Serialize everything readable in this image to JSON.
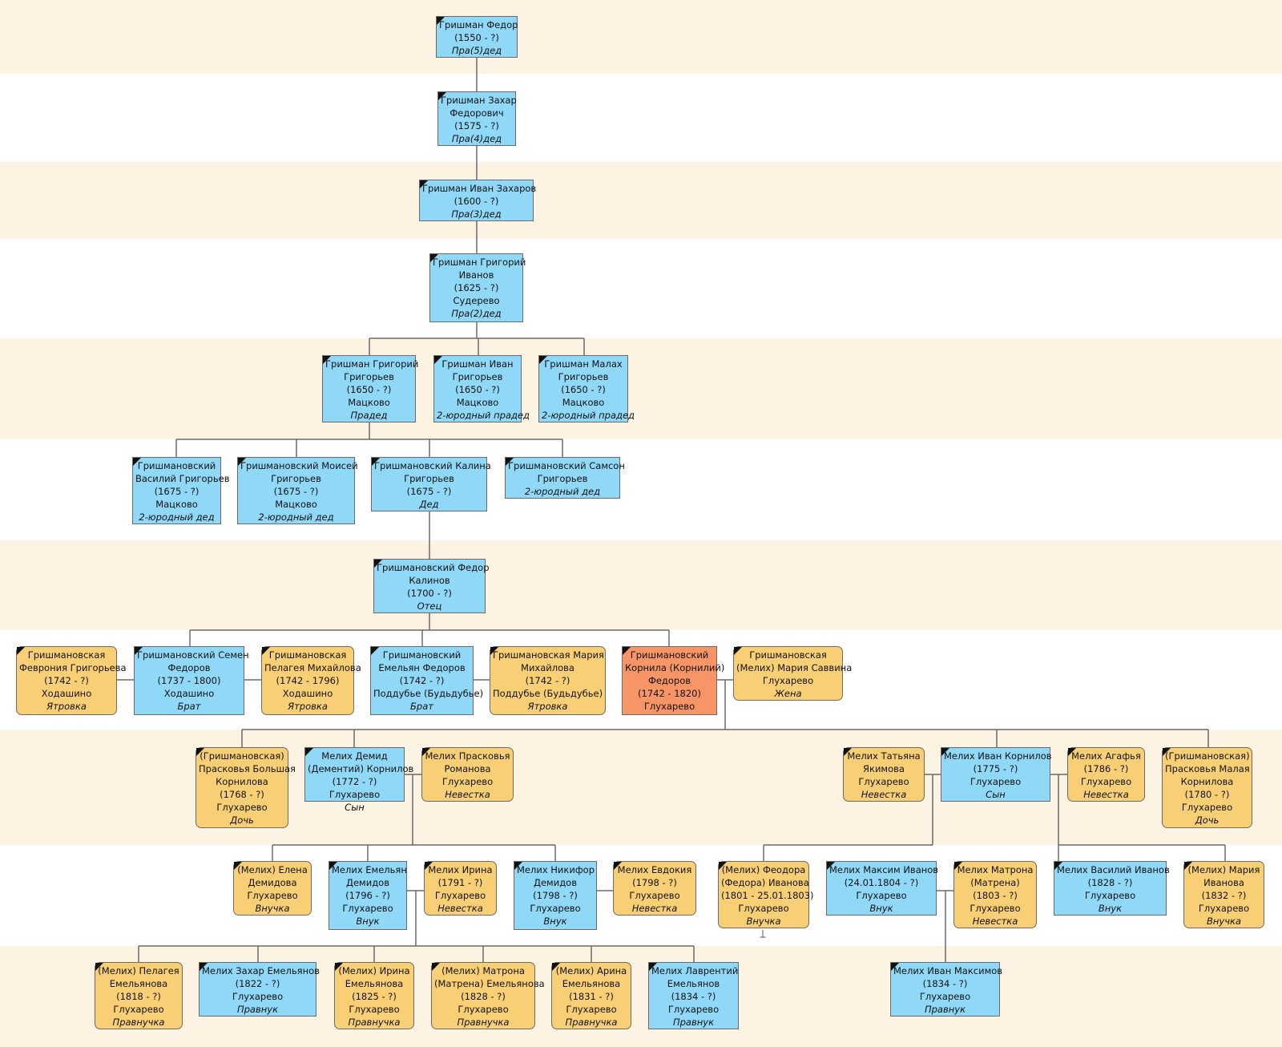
{
  "colors": {
    "band_shaded": "#fdf3e3",
    "band_plain": "#ffffff",
    "male_fill": "#8fd8f7",
    "female_fill": "#f8cf75",
    "root_fill": "#f79567",
    "line": "#6b6b6b"
  },
  "icons": {
    "deceased_marker": "black-corner-ribbon-icon",
    "cursor": "text-cursor-icon"
  },
  "people": [
    {
      "id": "p1",
      "sex": "m",
      "lines": [
        "Гришман Федор",
        "(1550 - ?)"
      ],
      "rel": "Пра(5)дед"
    },
    {
      "id": "p2",
      "sex": "m",
      "lines": [
        "Гришман Захар",
        "Федорович",
        "(1575 - ?)"
      ],
      "rel": "Пра(4)дед"
    },
    {
      "id": "p3",
      "sex": "m",
      "lines": [
        "Гришман Иван Захаров",
        "(1600 - ?)"
      ],
      "rel": "Пра(3)дед"
    },
    {
      "id": "p4",
      "sex": "m",
      "lines": [
        "Гришман Григорий",
        "Иванов",
        "(1625 - ?)",
        "Судерево"
      ],
      "rel": "Пра(2)дед"
    },
    {
      "id": "p5",
      "sex": "m",
      "lines": [
        "Гришман Григорий",
        "Григорьев",
        "(1650 - ?)",
        "Мацково"
      ],
      "rel": "Прадед"
    },
    {
      "id": "p6",
      "sex": "m",
      "lines": [
        "Гришман Иван",
        "Григорьев",
        "(1650 - ?)",
        "Мацково"
      ],
      "rel": "2-юродный прадед"
    },
    {
      "id": "p7",
      "sex": "m",
      "lines": [
        "Гришман Малах",
        "Григорьев",
        "(1650 - ?)",
        "Мацково"
      ],
      "rel": "2-юродный прадед"
    },
    {
      "id": "p8",
      "sex": "m",
      "lines": [
        "Гришмановский",
        "Василий Григорьев",
        "(1675 - ?)",
        "Мацково"
      ],
      "rel": "2-юродный дед"
    },
    {
      "id": "p9",
      "sex": "m",
      "lines": [
        "Гришмановский Моисей",
        "Григорьев",
        "(1675 - ?)",
        "Мацково"
      ],
      "rel": "2-юродный дед"
    },
    {
      "id": "p10",
      "sex": "m",
      "lines": [
        "Гришмановский Калина",
        "Григорьев",
        "(1675 - ?)"
      ],
      "rel": "Дед"
    },
    {
      "id": "p11",
      "sex": "m",
      "lines": [
        "Гришмановский Самсон",
        "Григорьев"
      ],
      "rel": "2-юродный дед"
    },
    {
      "id": "p12",
      "sex": "m",
      "lines": [
        "Гришмановский Федор",
        "Калинов",
        "(1700 - ?)"
      ],
      "rel": "Отец"
    },
    {
      "id": "p13",
      "sex": "f",
      "lines": [
        "Гришмановская",
        "Феврония Григорьева",
        "(1742 - ?)",
        "Ходашино"
      ],
      "rel": "Ятровка"
    },
    {
      "id": "p14",
      "sex": "m",
      "lines": [
        "Гришмановский Семен",
        "Федоров",
        "(1737 - 1800)",
        "Ходашино"
      ],
      "rel": "Брат"
    },
    {
      "id": "p15",
      "sex": "f",
      "lines": [
        "Гришмановская",
        "Пелагея Михайлова",
        "(1742 - 1796)",
        "Ходашино"
      ],
      "rel": "Ятровка"
    },
    {
      "id": "p16",
      "sex": "m",
      "lines": [
        "Гришмановский",
        "Емельян Федоров",
        "(1742 - ?)",
        "Поддубье (Будьдубье)"
      ],
      "rel": "Брат"
    },
    {
      "id": "p17",
      "sex": "f",
      "lines": [
        "Гришмановская Мария",
        "Михайлова",
        "(1742 - ?)",
        "Поддубье (Будьдубье)"
      ],
      "rel": "Ятровка"
    },
    {
      "id": "p18",
      "sex": "m",
      "root": true,
      "lines": [
        "Гришмановский",
        "Корнила (Корнилий)",
        "Федоров",
        "(1742 - 1820)",
        "Глухарево"
      ],
      "rel": ""
    },
    {
      "id": "p19",
      "sex": "f",
      "lines": [
        "Гришмановская",
        "(Мелих) Мария Саввина",
        "Глухарево"
      ],
      "rel": "Жена"
    },
    {
      "id": "p20",
      "sex": "f",
      "lines": [
        "(Гришмановская)",
        "Прасковья Большая",
        "Корнилова",
        "(1768 - ?)",
        "Глухарево"
      ],
      "rel": "Дочь"
    },
    {
      "id": "p21",
      "sex": "m",
      "lines": [
        "Мелих Демид",
        "(Дементий) Корнилов",
        "(1772 - ?)",
        "Глухарево"
      ],
      "rel": "Сын"
    },
    {
      "id": "p22",
      "sex": "f",
      "lines": [
        "Мелих Прасковья",
        "Романова",
        "Глухарево"
      ],
      "rel": "Невестка"
    },
    {
      "id": "p23",
      "sex": "f",
      "lines": [
        "Мелих Татьяна",
        "Якимова",
        "Глухарево"
      ],
      "rel": "Невестка"
    },
    {
      "id": "p24",
      "sex": "m",
      "lines": [
        "Мелих Иван Корнилов",
        "(1775 - ?)",
        "Глухарево"
      ],
      "rel": "Сын"
    },
    {
      "id": "p25",
      "sex": "f",
      "lines": [
        "Мелих Агафья",
        "(1786 - ?)",
        "Глухарево"
      ],
      "rel": "Невестка"
    },
    {
      "id": "p26",
      "sex": "f",
      "lines": [
        "(Гришмановская)",
        "Прасковья Малая",
        "Корнилова",
        "(1780 - ?)",
        "Глухарево"
      ],
      "rel": "Дочь"
    },
    {
      "id": "p27",
      "sex": "f",
      "lines": [
        "(Мелих) Елена",
        "Демидова",
        "Глухарево"
      ],
      "rel": "Внучка"
    },
    {
      "id": "p28",
      "sex": "m",
      "lines": [
        "Мелих Емельян",
        "Демидов",
        "(1796 - ?)",
        "Глухарево"
      ],
      "rel": "Внук"
    },
    {
      "id": "p29",
      "sex": "f",
      "lines": [
        "Мелих Ирина",
        "(1791 - ?)",
        "Глухарево"
      ],
      "rel": "Невестка"
    },
    {
      "id": "p30",
      "sex": "m",
      "lines": [
        "Мелих Никифор",
        "Демидов",
        "(1798 - ?)",
        "Глухарево"
      ],
      "rel": "Внук"
    },
    {
      "id": "p31",
      "sex": "f",
      "lines": [
        "Мелих Евдокия",
        "(1798 - ?)",
        "Глухарево"
      ],
      "rel": "Невестка"
    },
    {
      "id": "p32",
      "sex": "f",
      "lines": [
        "(Мелих) Феодора",
        "(Федора) Иванова",
        "(1801 - 25.01.1803)",
        "Глухарево"
      ],
      "rel": "Внучка"
    },
    {
      "id": "p33",
      "sex": "m",
      "lines": [
        "Мелих Максим Иванов",
        "(24.01.1804 - ?)",
        "Глухарево"
      ],
      "rel": "Внук"
    },
    {
      "id": "p34",
      "sex": "f",
      "lines": [
        "Мелих Матрона",
        "(Матрена)",
        "(1803 - ?)",
        "Глухарево"
      ],
      "rel": "Невестка"
    },
    {
      "id": "p35",
      "sex": "m",
      "lines": [
        "Мелих Василий Иванов",
        "(1828 - ?)",
        "Глухарево"
      ],
      "rel": "Внук"
    },
    {
      "id": "p36",
      "sex": "f",
      "lines": [
        "(Мелих) Мария",
        "Иванова",
        "(1832 - ?)",
        "Глухарево"
      ],
      "rel": "Внучка"
    },
    {
      "id": "p37",
      "sex": "f",
      "lines": [
        "(Мелих) Пелагея",
        "Емельянова",
        "(1818 - ?)",
        "Глухарево"
      ],
      "rel": "Правнучка"
    },
    {
      "id": "p38",
      "sex": "m",
      "lines": [
        "Мелих Захар Емельянов",
        "(1822 - ?)",
        "Глухарево"
      ],
      "rel": "Правнук"
    },
    {
      "id": "p39",
      "sex": "f",
      "lines": [
        "(Мелих) Ирина",
        "Емельянова",
        "(1825 - ?)",
        "Глухарево"
      ],
      "rel": "Правнучка"
    },
    {
      "id": "p40",
      "sex": "f",
      "lines": [
        "(Мелих) Матрона",
        "(Матрена) Емельянова",
        "(1828 - ?)",
        "Глухарево"
      ],
      "rel": "Правнучка"
    },
    {
      "id": "p41",
      "sex": "f",
      "lines": [
        "(Мелих) Арина",
        "Емельянова",
        "(1831 - ?)",
        "Глухарево"
      ],
      "rel": "Правнучка"
    },
    {
      "id": "p42",
      "sex": "m",
      "lines": [
        "Мелих Лаврентий",
        "Емельянов",
        "(1834 - ?)",
        "Глухарево"
      ],
      "rel": "Правнук"
    },
    {
      "id": "p43",
      "sex": "m",
      "lines": [
        "Мелих Иван Максимов",
        "(1834 - ?)",
        "Глухарево"
      ],
      "rel": "Правнук"
    }
  ]
}
